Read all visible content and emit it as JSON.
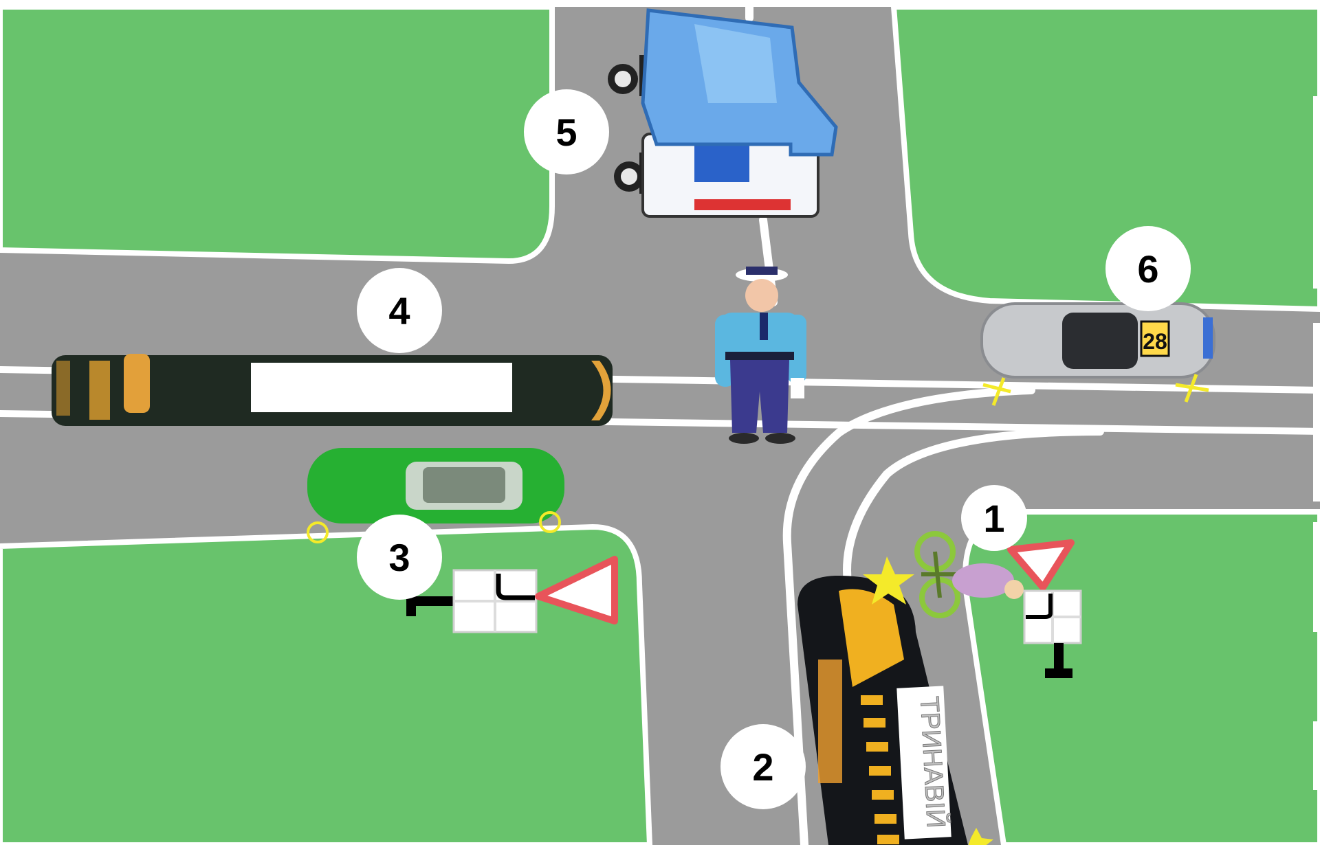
{
  "scene": {
    "type": "traffic-intersection-diagram",
    "colors": {
      "grass": "#68c36c",
      "road": "#9b9b9b",
      "line": "#ffffff",
      "label_bg": "#ffffff",
      "label_text": "#000000",
      "yield_sign_border": "#e8545a",
      "turn_signal": "#f4ea2a"
    }
  },
  "vehicles": [
    {
      "id": "1",
      "label": "1",
      "kind": "bicycle",
      "icon": "bicycle-icon"
    },
    {
      "id": "2",
      "label": "2",
      "kind": "tram",
      "icon": "tram-icon",
      "side_text": "ТРИНАВІЙ"
    },
    {
      "id": "3",
      "label": "3",
      "kind": "car",
      "icon": "green-car-icon"
    },
    {
      "id": "4",
      "label": "4",
      "kind": "tram",
      "icon": "long-tram-icon"
    },
    {
      "id": "5",
      "label": "5",
      "kind": "truck",
      "icon": "blue-truck-icon"
    },
    {
      "id": "6",
      "label": "6",
      "kind": "car",
      "icon": "silver-race-car-icon",
      "plate": "28"
    }
  ],
  "officer": {
    "icon": "traffic-police-officer-icon"
  },
  "signs": [
    {
      "id": "sign-left",
      "icon": "yield-sign-icon",
      "plate_icon": "main-road-direction-plate-icon"
    },
    {
      "id": "sign-right",
      "icon": "yield-sign-icon",
      "plate_icon": "main-road-direction-plate-icon"
    }
  ]
}
